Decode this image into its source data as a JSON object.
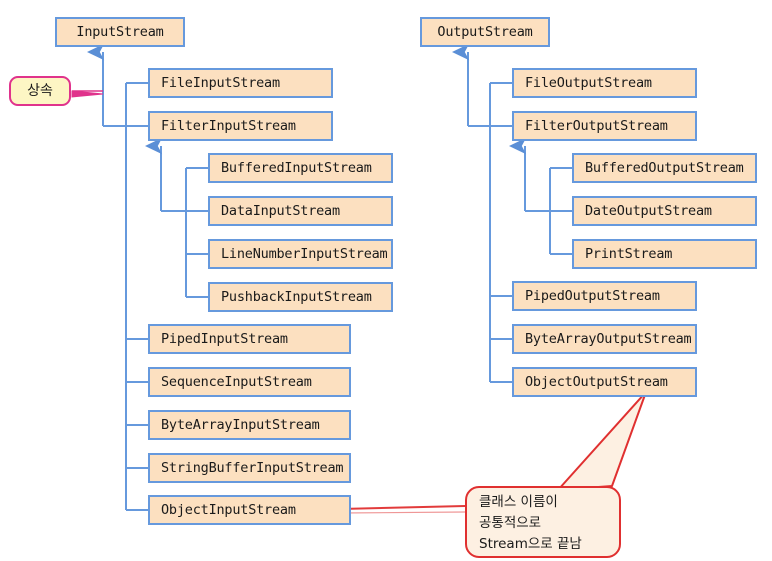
{
  "diagram": {
    "title": "Java IO Stream class hierarchy",
    "colors": {
      "node_fill": "#fce0c0",
      "node_border": "#6699dd",
      "wire": "#6699dd",
      "tag_fill": "#fdf6c4",
      "tag_border": "#e0338c",
      "callout_fill": "#fdf0e2",
      "callout_border": "#e03030",
      "pointer_line": "#e03030",
      "background": "#ffffff"
    },
    "legend": {
      "inherit_label": "상속"
    },
    "callout": {
      "line1": "클래스 이름이",
      "line2": "공통적으로",
      "line3": "Stream으로 끝남"
    },
    "input_tree": {
      "root": "InputStream",
      "children": [
        "FileInputStream",
        "FilterInputStream",
        "PipedInputStream",
        "SequenceInputStream",
        "ByteArrayInputStream",
        "StringBufferInputStream",
        "ObjectInputStream"
      ],
      "filter_children": [
        "BufferedInputStream",
        "DataInputStream",
        "LineNumberInputStream",
        "PushbackInputStream"
      ]
    },
    "output_tree": {
      "root": "OutputStream",
      "children": [
        "FileOutputStream",
        "FilterOutputStream",
        "PipedOutputStream",
        "ByteArrayOutputStream",
        "ObjectOutputStream"
      ],
      "filter_children": [
        "BufferedOutputStream",
        "DateOutputStream",
        "PrintStream"
      ]
    }
  }
}
